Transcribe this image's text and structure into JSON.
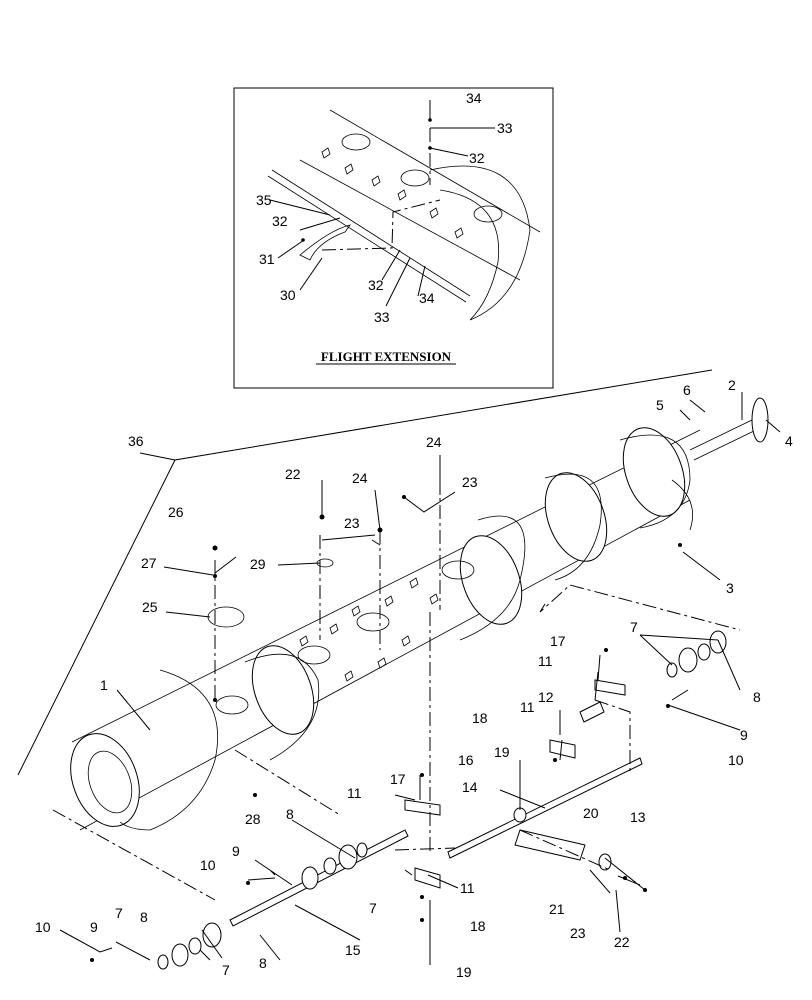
{
  "inset": {
    "title": "FLIGHT EXTENSION",
    "callouts": [
      "34",
      "33",
      "32",
      "35",
      "32",
      "31",
      "30",
      "32",
      "33",
      "34"
    ]
  },
  "main": {
    "callouts": [
      "1",
      "2",
      "3",
      "4",
      "5",
      "6",
      "7",
      "8",
      "9",
      "10",
      "11",
      "12",
      "11",
      "18",
      "19",
      "13",
      "17",
      "7",
      "8",
      "9",
      "10",
      "17",
      "11",
      "16",
      "14",
      "20",
      "21",
      "23",
      "22",
      "11",
      "18",
      "19",
      "8",
      "7",
      "10",
      "9",
      "15",
      "8",
      "7",
      "10",
      "9",
      "7",
      "8",
      "8",
      "7",
      "28",
      "25",
      "27",
      "26",
      "29",
      "22",
      "23",
      "24",
      "24",
      "23",
      "36"
    ]
  }
}
